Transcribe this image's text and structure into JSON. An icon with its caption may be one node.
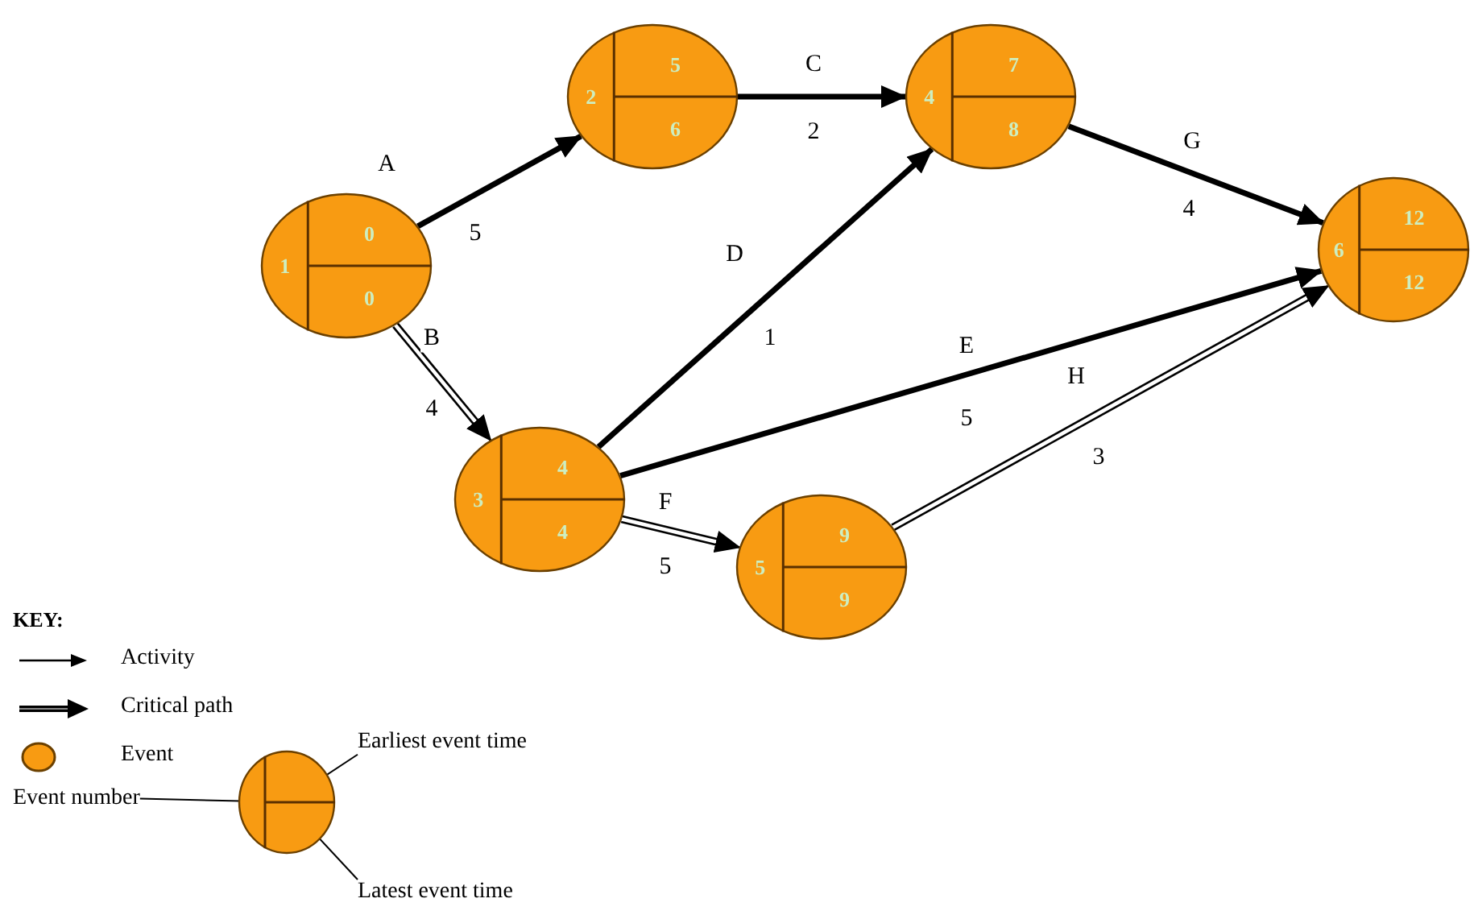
{
  "diagram": {
    "nodes": [
      {
        "text": [
          "1",
          "0",
          "0"
        ]
      },
      {
        "text": [
          "2",
          "5",
          "6"
        ]
      },
      {
        "text": [
          "3",
          "4",
          "4"
        ]
      },
      {
        "text": [
          "4",
          "7",
          "8"
        ]
      },
      {
        "text": [
          "5",
          "9",
          "9"
        ]
      },
      {
        "text": [
          "6",
          "12",
          "12"
        ]
      },
      {
        "text": [],
        "shape": "circle"
      },
      {
        "text": [
          "Event number"
        ]
      },
      {
        "text": [
          "Earliest event time"
        ]
      },
      {
        "text": [
          "Latest event time"
        ]
      }
    ],
    "edges": [
      {
        "from": 0,
        "to": 1,
        "arrow": "to",
        "label": "A",
        "style": "thick"
      },
      {
        "from": 0,
        "to": 2,
        "arrow": "to",
        "label": "B"
      },
      {
        "from": 1,
        "to": 3,
        "arrow": "to",
        "label": "C",
        "style": "thick"
      },
      {
        "from": 2,
        "to": 3,
        "arrow": "to",
        "label": "D",
        "style": "thick"
      },
      {
        "from": 3,
        "to": 5,
        "arrow": "to",
        "label": "G",
        "style": "thick"
      },
      {
        "from": 2,
        "to": 5,
        "arrow": "to",
        "label": "E",
        "style": "thick"
      },
      {
        "from": 2,
        "to": 4,
        "arrow": "to",
        "label": "F"
      },
      {
        "from": 4,
        "to": 5,
        "arrow": "to",
        "label": "H"
      },
      {
        "from": 7,
        "to": 6,
        "arrow": "none"
      },
      {
        "from": 8,
        "to": 6,
        "arrow": "none"
      },
      {
        "from": 9,
        "to": 6,
        "arrow": "none"
      }
    ],
    "labels": [
      "5",
      "4",
      "2",
      "1",
      "4",
      "5",
      "5",
      "3",
      "KEY:"
    ],
    "legend": [
      {
        "text": "Activity"
      },
      {
        "text": "Critical path"
      },
      {
        "text": "Event"
      }
    ]
  }
}
